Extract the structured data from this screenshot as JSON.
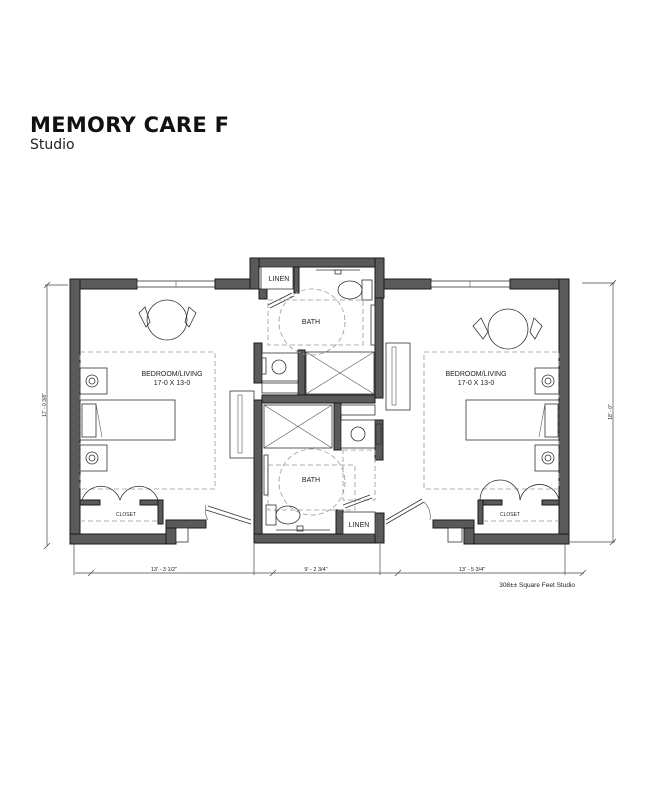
{
  "header": {
    "title": "MEMORY CARE F",
    "subtitle": "Studio"
  },
  "rooms": {
    "left_bedroom": {
      "name": "BEDROOM/LIVING",
      "size": "17-0 X 13-0"
    },
    "right_bedroom": {
      "name": "BEDROOM/LIVING",
      "size": "17-0 X 13-0"
    },
    "top_bath": {
      "name": "BATH"
    },
    "bottom_bath": {
      "name": "BATH"
    },
    "top_linen": {
      "name": "LINEN"
    },
    "bottom_linen": {
      "name": "LINEN"
    },
    "left_closet": {
      "name": "CLOSET"
    },
    "right_closet": {
      "name": "CLOSET"
    }
  },
  "dimensions": {
    "bottom_left": "13' - 3 1/2\"",
    "bottom_center": "9' - 2 3/4\"",
    "bottom_right": "13' - 5 3/4\"",
    "left_height": "17' - 0 3/8\"",
    "right_height": "18' - 0\""
  },
  "footer": {
    "area_note": "308±± Square Feet Studio"
  },
  "colors": {
    "wall_fill": "#5a5a5a",
    "wall_stroke": "#1a1a1a",
    "line": "#333333",
    "dashed": "#999999"
  }
}
